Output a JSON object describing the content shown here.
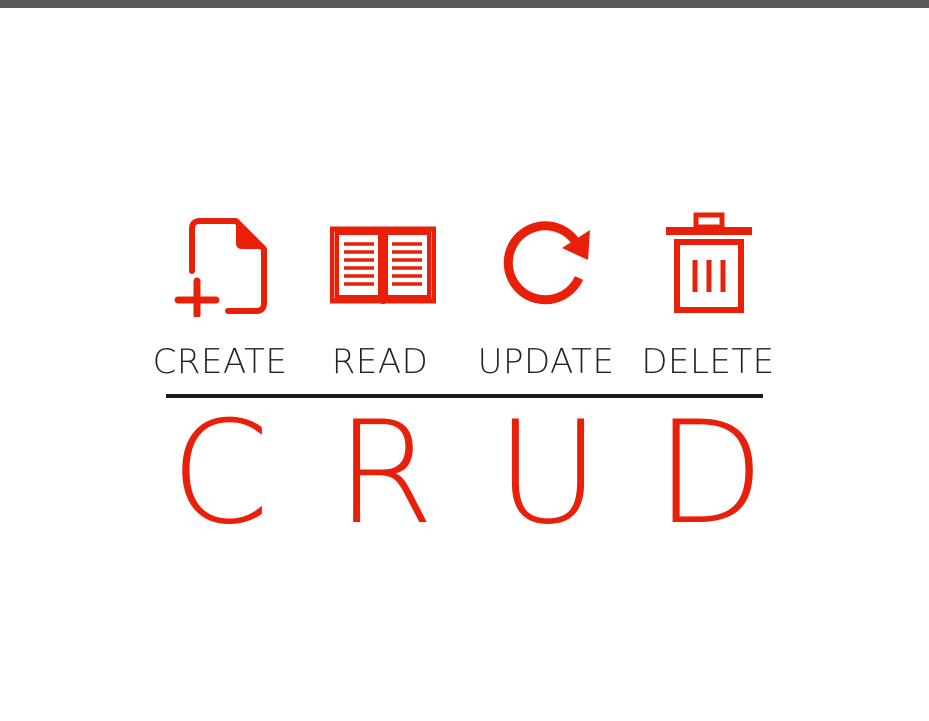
{
  "colors": {
    "accent": "#e8200a",
    "text": "#222222",
    "divider": "#1a1a1a",
    "top_bar": "#5a5a5a"
  },
  "operations": [
    {
      "label": "CREATE",
      "icon": "file-add-icon",
      "letter": "C"
    },
    {
      "label": "READ",
      "icon": "book-icon",
      "letter": "R"
    },
    {
      "label": "UPDATE",
      "icon": "refresh-icon",
      "letter": "U"
    },
    {
      "label": "DELETE",
      "icon": "trash-icon",
      "letter": "D"
    }
  ]
}
